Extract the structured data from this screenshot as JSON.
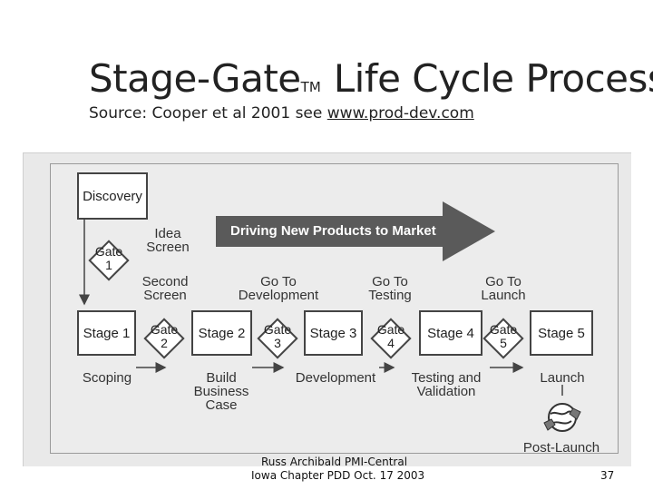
{
  "slide": {
    "title_main": "Stage-Gate",
    "title_tm": "TM",
    "title_rest": "Life Cycle Process",
    "source_prefix": "Source: Cooper et al 2001 see ",
    "source_link": "www.prod-dev.com"
  },
  "diagram": {
    "discovery": "Discovery",
    "idea_screen": "Idea\nScreen",
    "second_screen": "Second\nScreen",
    "go_dev": "Go To\nDevelopment",
    "go_testing": "Go To\nTesting",
    "go_launch": "Go To\nLaunch",
    "banner": "Driving New Products to Market",
    "stages": [
      "Stage 1",
      "Stage 2",
      "Stage 3",
      "Stage 4",
      "Stage 5"
    ],
    "gates": [
      "Gate\n1",
      "Gate\n2",
      "Gate\n3",
      "Gate\n4",
      "Gate\n5"
    ],
    "scoping": "Scoping",
    "build_case": "Build\nBusiness\nCase",
    "development": "Development",
    "testing_validation": "Testing and\nValidation",
    "launch": "Launch",
    "post_launch": "Post-Launch",
    "icon": "globe-with-hands-icon"
  },
  "footer": {
    "author": "Russ Archibald    PMI-Central",
    "chapter": "Iowa Chapter PDD Oct. 17 2003",
    "page": "37"
  }
}
